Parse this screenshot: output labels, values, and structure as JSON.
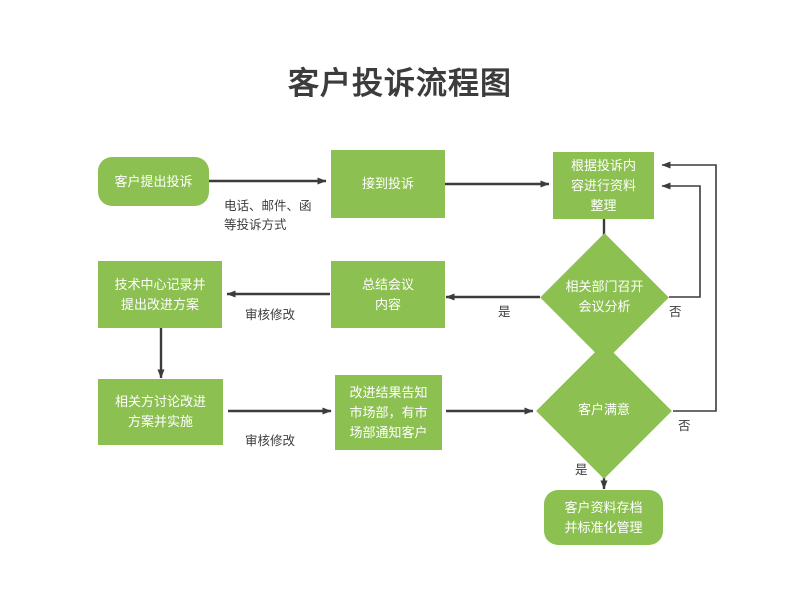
{
  "title": "客户投诉流程图",
  "theme": {
    "node_fill": "#8cc152",
    "node_text": "#ffffff",
    "edge_color": "#3c3c3c",
    "loop_color": "#595959",
    "title_color": "#3c3c3c",
    "background": "#ffffff"
  },
  "nodes": [
    {
      "id": "n1",
      "shape": "rounded-rect",
      "label": "客户提出投诉"
    },
    {
      "id": "n2",
      "shape": "rect",
      "label": "接到投诉"
    },
    {
      "id": "n3",
      "shape": "rect",
      "label": "根据投诉内\n容进行资料\n整理"
    },
    {
      "id": "d1",
      "shape": "diamond",
      "label": "相关部门召开\n会议分析"
    },
    {
      "id": "n4",
      "shape": "rect",
      "label": "总结会议\n内容"
    },
    {
      "id": "n5",
      "shape": "rect",
      "label": "技术中心记录并\n提出改进方案"
    },
    {
      "id": "n6",
      "shape": "rect",
      "label": "相关方讨论改进\n方案并实施"
    },
    {
      "id": "n7",
      "shape": "rect",
      "label": "改进结果告知\n市场部，有市\n场部通知客户"
    },
    {
      "id": "d2",
      "shape": "diamond",
      "label": "客户满意"
    },
    {
      "id": "n8",
      "shape": "rounded-rect",
      "label": "客户资料存档\n并标准化管理"
    }
  ],
  "edge_labels": [
    {
      "id": "e1",
      "text": "电话、邮件、函\n等投诉方式"
    },
    {
      "id": "e2",
      "text": "是"
    },
    {
      "id": "e3",
      "text": "否"
    },
    {
      "id": "e4",
      "text": "审核修改"
    },
    {
      "id": "e5",
      "text": "审核修改"
    },
    {
      "id": "e6",
      "text": "否"
    },
    {
      "id": "e7",
      "text": "是"
    }
  ]
}
